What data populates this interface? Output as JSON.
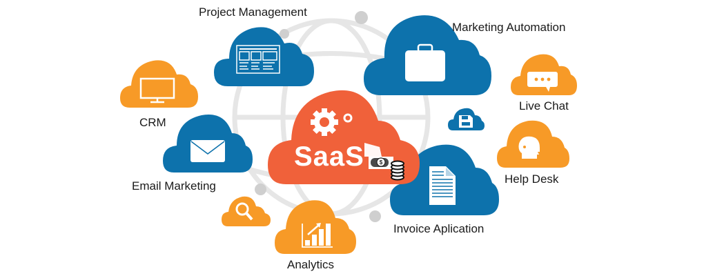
{
  "colors": {
    "blue": "#0d72ac",
    "orange": "#f79a27",
    "red_orange": "#f0613a",
    "globe_gray": "#e4e4e4",
    "dot_gray": "#cfcfcf",
    "icon_white": "#ffffff",
    "text": "#1a1a1a"
  },
  "center": {
    "label": "SaaS",
    "icons": [
      "gear-icon",
      "small-gear-icon",
      "cash-icon",
      "coin-stack-icon"
    ]
  },
  "services": [
    {
      "id": "project-management",
      "label": "Project Management",
      "color": "blue",
      "icon": "browser-window-icon"
    },
    {
      "id": "marketing-automation",
      "label": "Marketing Automation",
      "color": "blue",
      "icon": "briefcase-icon"
    },
    {
      "id": "crm",
      "label": "CRM",
      "color": "orange",
      "icon": "monitor-icon"
    },
    {
      "id": "live-chat",
      "label": "Live Chat",
      "color": "orange",
      "icon": "chat-bubble-icon"
    },
    {
      "id": "email-marketing",
      "label": "Email Marketing",
      "color": "blue",
      "icon": "envelope-icon"
    },
    {
      "id": "help-desk",
      "label": "Help Desk",
      "color": "orange",
      "icon": "head-profile-icon"
    },
    {
      "id": "invoice-application",
      "label": "Invoice Aplication",
      "color": "blue",
      "icon": "document-icon"
    },
    {
      "id": "analytics",
      "label": "Analytics",
      "color": "orange",
      "icon": "bar-chart-icon"
    },
    {
      "id": "search",
      "label": "",
      "color": "orange",
      "icon": "magnifier-icon"
    },
    {
      "id": "storage",
      "label": "",
      "color": "blue",
      "icon": "floppy-disk-icon"
    }
  ]
}
